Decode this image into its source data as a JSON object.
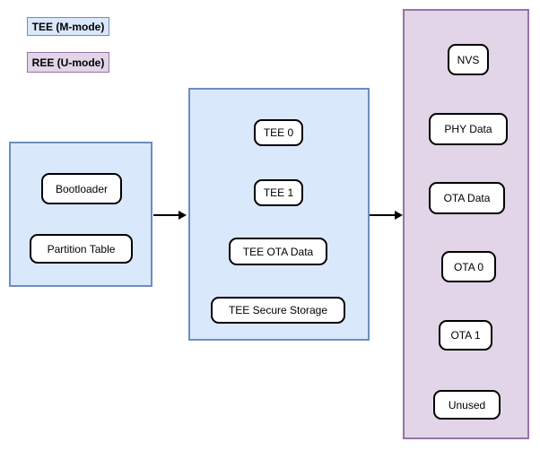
{
  "legend": {
    "tee": {
      "label": "TEE (M-mode)"
    },
    "ree": {
      "label": "REE (U-mode)"
    }
  },
  "groups": {
    "boot": {
      "role": "tee",
      "items": [
        "Bootloader",
        "Partition Table"
      ]
    },
    "tee": {
      "role": "tee",
      "items": [
        "TEE 0",
        "TEE 1",
        "TEE OTA Data",
        "TEE Secure Storage"
      ]
    },
    "ree": {
      "role": "ree",
      "items": [
        "NVS",
        "PHY Data",
        "OTA Data",
        "OTA 0",
        "OTA 1",
        "Unused"
      ]
    }
  },
  "connectors": [
    {
      "from": "boot-group",
      "to": "tee-group"
    },
    {
      "from": "tee-group",
      "to": "ree-group"
    }
  ],
  "colors": {
    "tee_fill": "#dae8fc",
    "tee_border": "#6c8ebf",
    "ree_fill": "#e1d5e7",
    "ree_border": "#9673a6",
    "node_fill": "#ffffff",
    "node_border": "#000000",
    "connector": "#000000"
  }
}
